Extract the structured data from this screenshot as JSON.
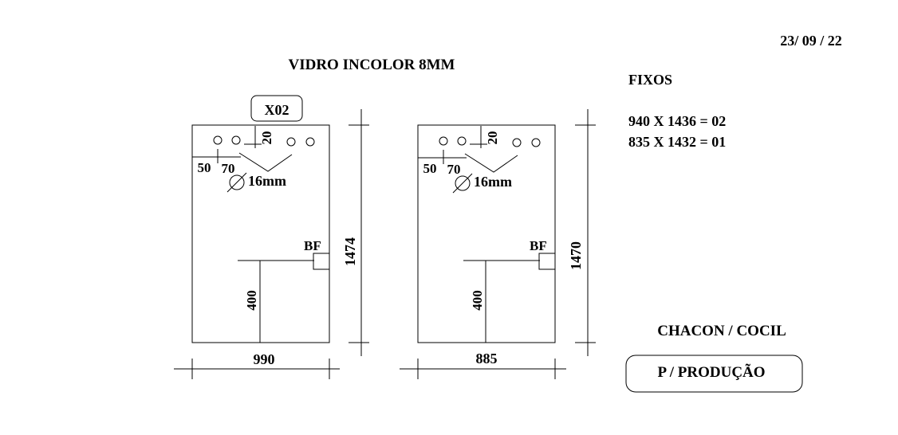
{
  "header": {
    "date": "23/ 09 / 22",
    "material": "VIDRO INCOLOR 8MM"
  },
  "label_box": "X02",
  "panels": [
    {
      "width": "990",
      "height": "1474",
      "top_offset": "20",
      "hole_x1": "50",
      "hole_x2": "70",
      "hole_diameter": "16mm",
      "lock_label": "BF",
      "lock_height": "400"
    },
    {
      "width": "885",
      "height": "1470",
      "top_offset": "20",
      "hole_x1": "50",
      "hole_x2": "70",
      "hole_diameter": "16mm",
      "lock_label": "BF",
      "lock_height": "400"
    }
  ],
  "notes": {
    "title": "FIXOS",
    "lines": [
      "940 X 1436 = 02",
      "835 X 1432 = 01"
    ]
  },
  "client": "CHACON / COCIL",
  "status": "P / PRODUÇÃO"
}
